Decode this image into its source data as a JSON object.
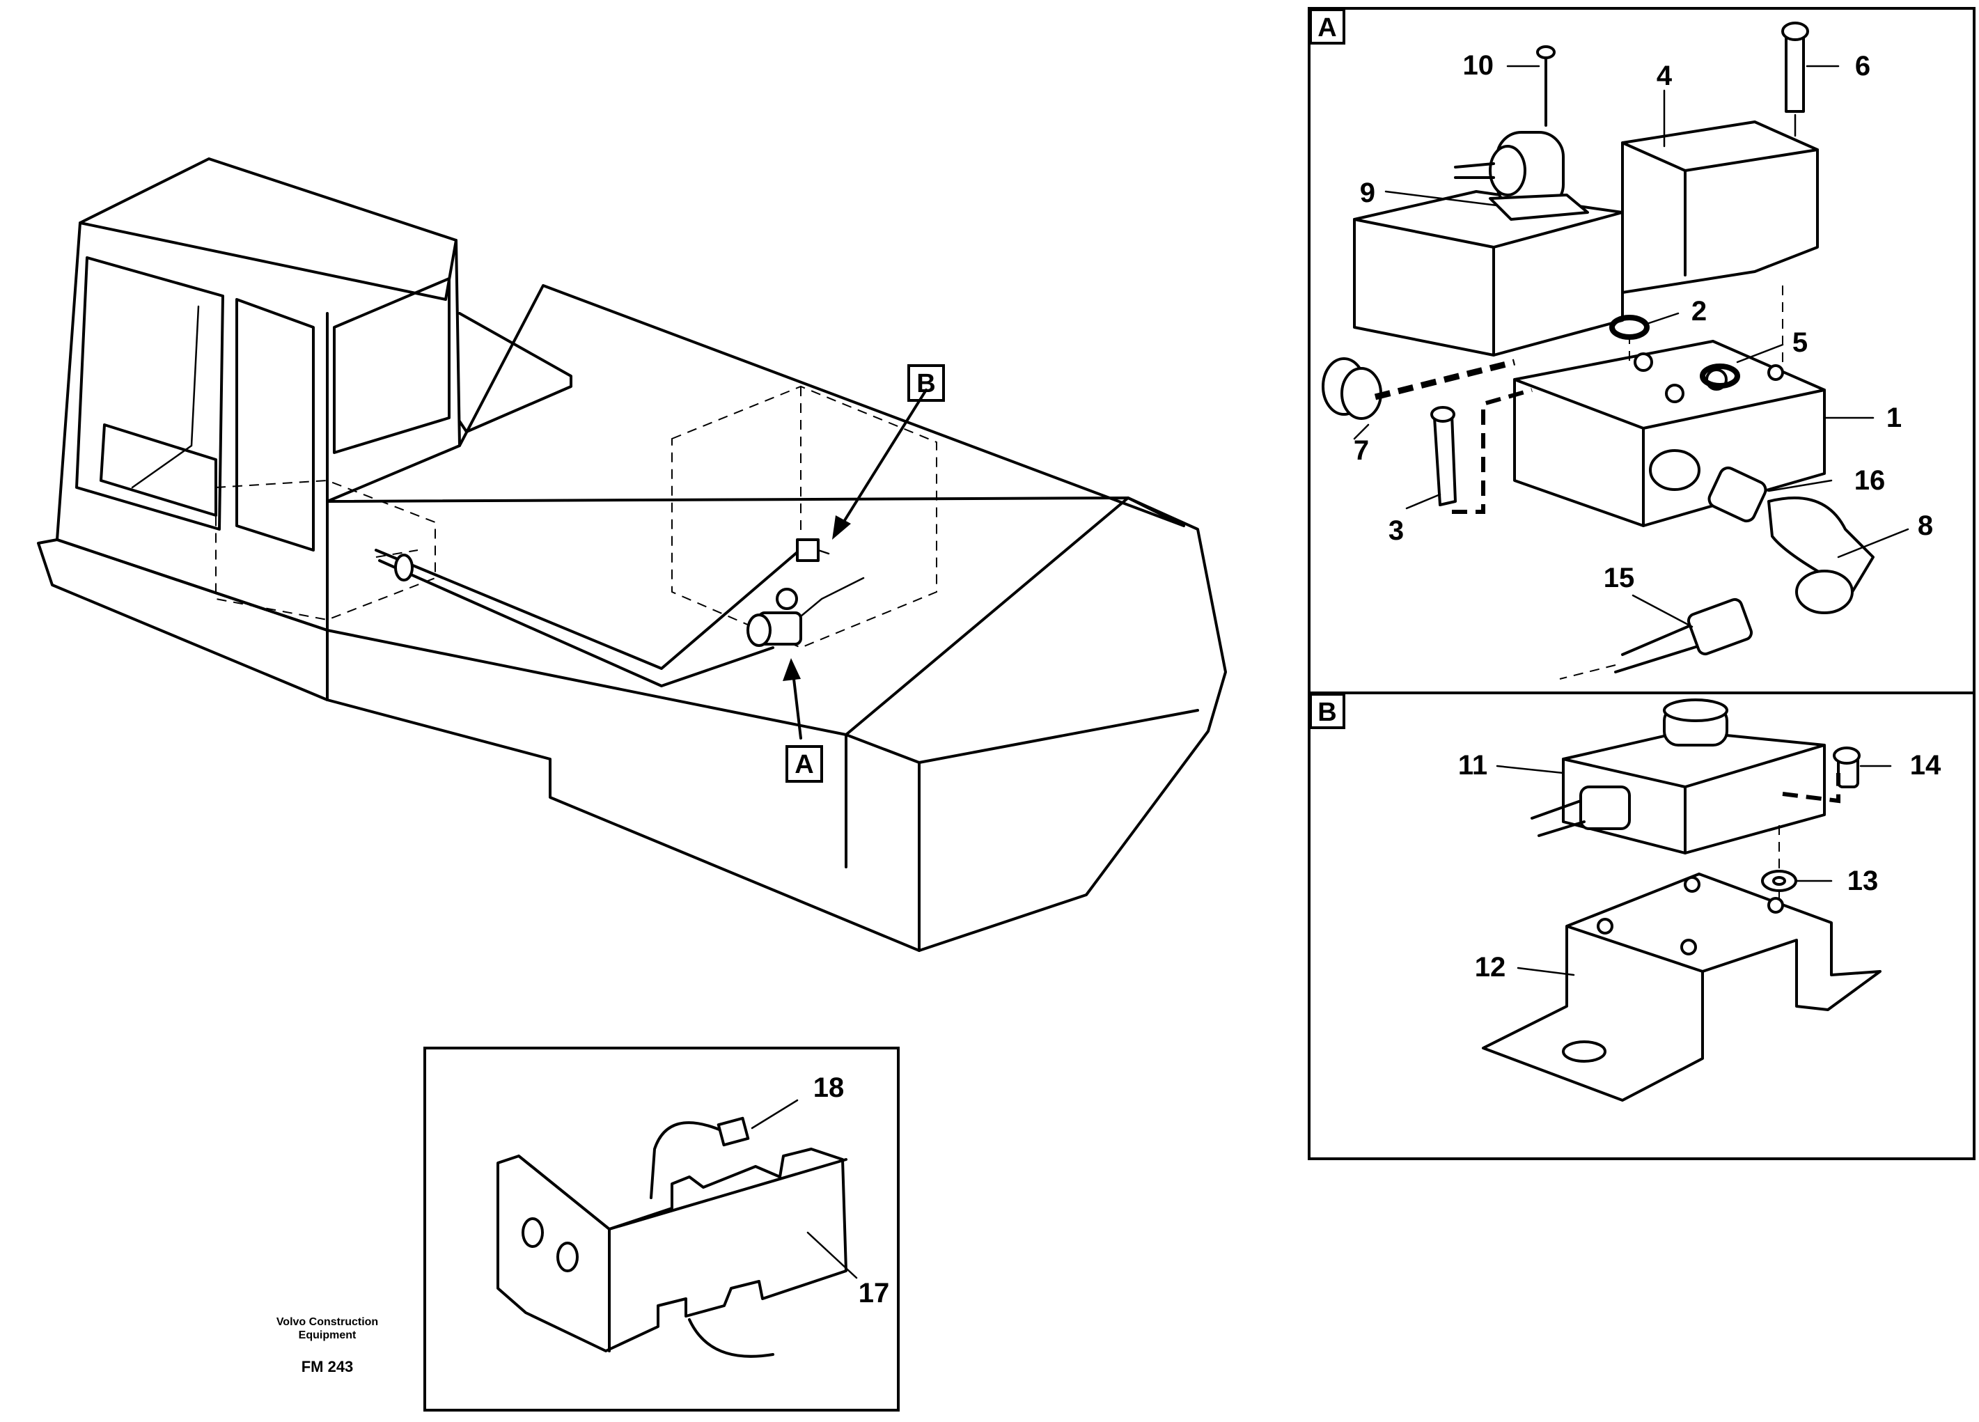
{
  "overview": {
    "tag_a": "A",
    "tag_b": "B"
  },
  "detail_a": {
    "tag": "A",
    "callouts": [
      "1",
      "2",
      "3",
      "4",
      "5",
      "6",
      "7",
      "8",
      "9",
      "10",
      "15",
      "16"
    ]
  },
  "detail_b": {
    "tag": "B",
    "callouts": [
      "11",
      "12",
      "13",
      "14"
    ]
  },
  "detail_c": {
    "callouts": [
      "17",
      "18"
    ]
  },
  "footer": {
    "publisher_line1": "Volvo Construction",
    "publisher_line2": "Equipment",
    "figure_number": "FM 243"
  }
}
